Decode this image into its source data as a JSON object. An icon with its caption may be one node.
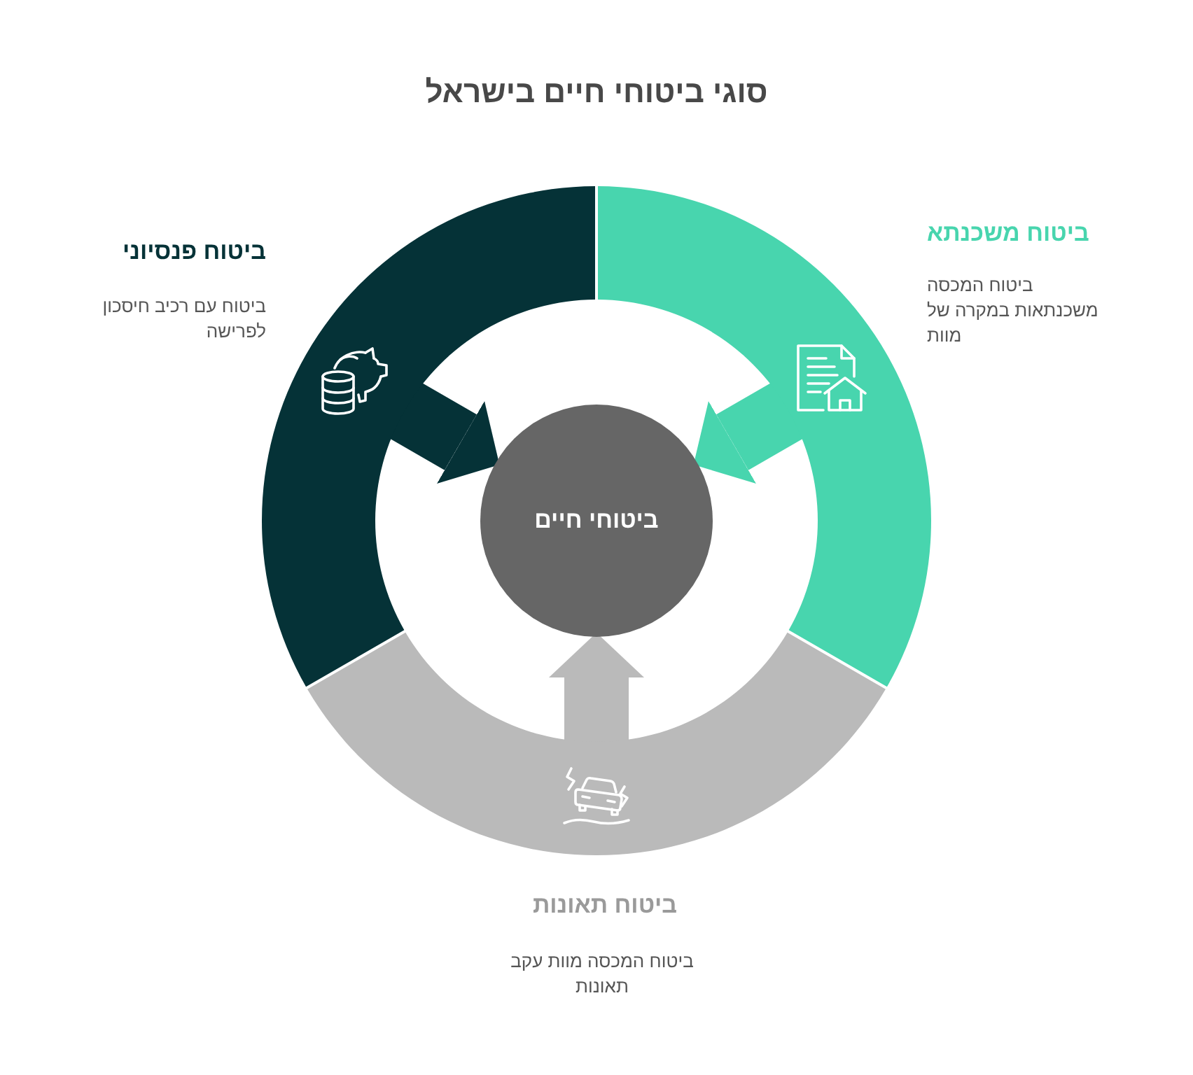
{
  "diagram": {
    "title": "סוגי ביטוחי חיים בישראל",
    "nodes": [
      {
        "text": [
          "ביטוח משכנתא",
          "ביטוח המכסה משכנתאות במקרה של מוות"
        ]
      },
      {
        "text": [
          "ביטוח פנסיוני",
          "ביטוח עם רכיב חיסכון לפרישה"
        ]
      },
      {
        "text": [
          "ביטוחי חיים"
        ]
      },
      {
        "text": [
          "ביטוח תאונות",
          "ביטוח המכסה מוות עקב תאונות"
        ]
      }
    ],
    "edges": [
      {
        "from": 0,
        "to": 2,
        "arrow": "to",
        "color": "#48d5ae"
      },
      {
        "from": 1,
        "to": 2,
        "arrow": "to",
        "color": "#053237"
      },
      {
        "from": 3,
        "to": 2,
        "arrow": "to",
        "color": "#bababa"
      }
    ]
  }
}
